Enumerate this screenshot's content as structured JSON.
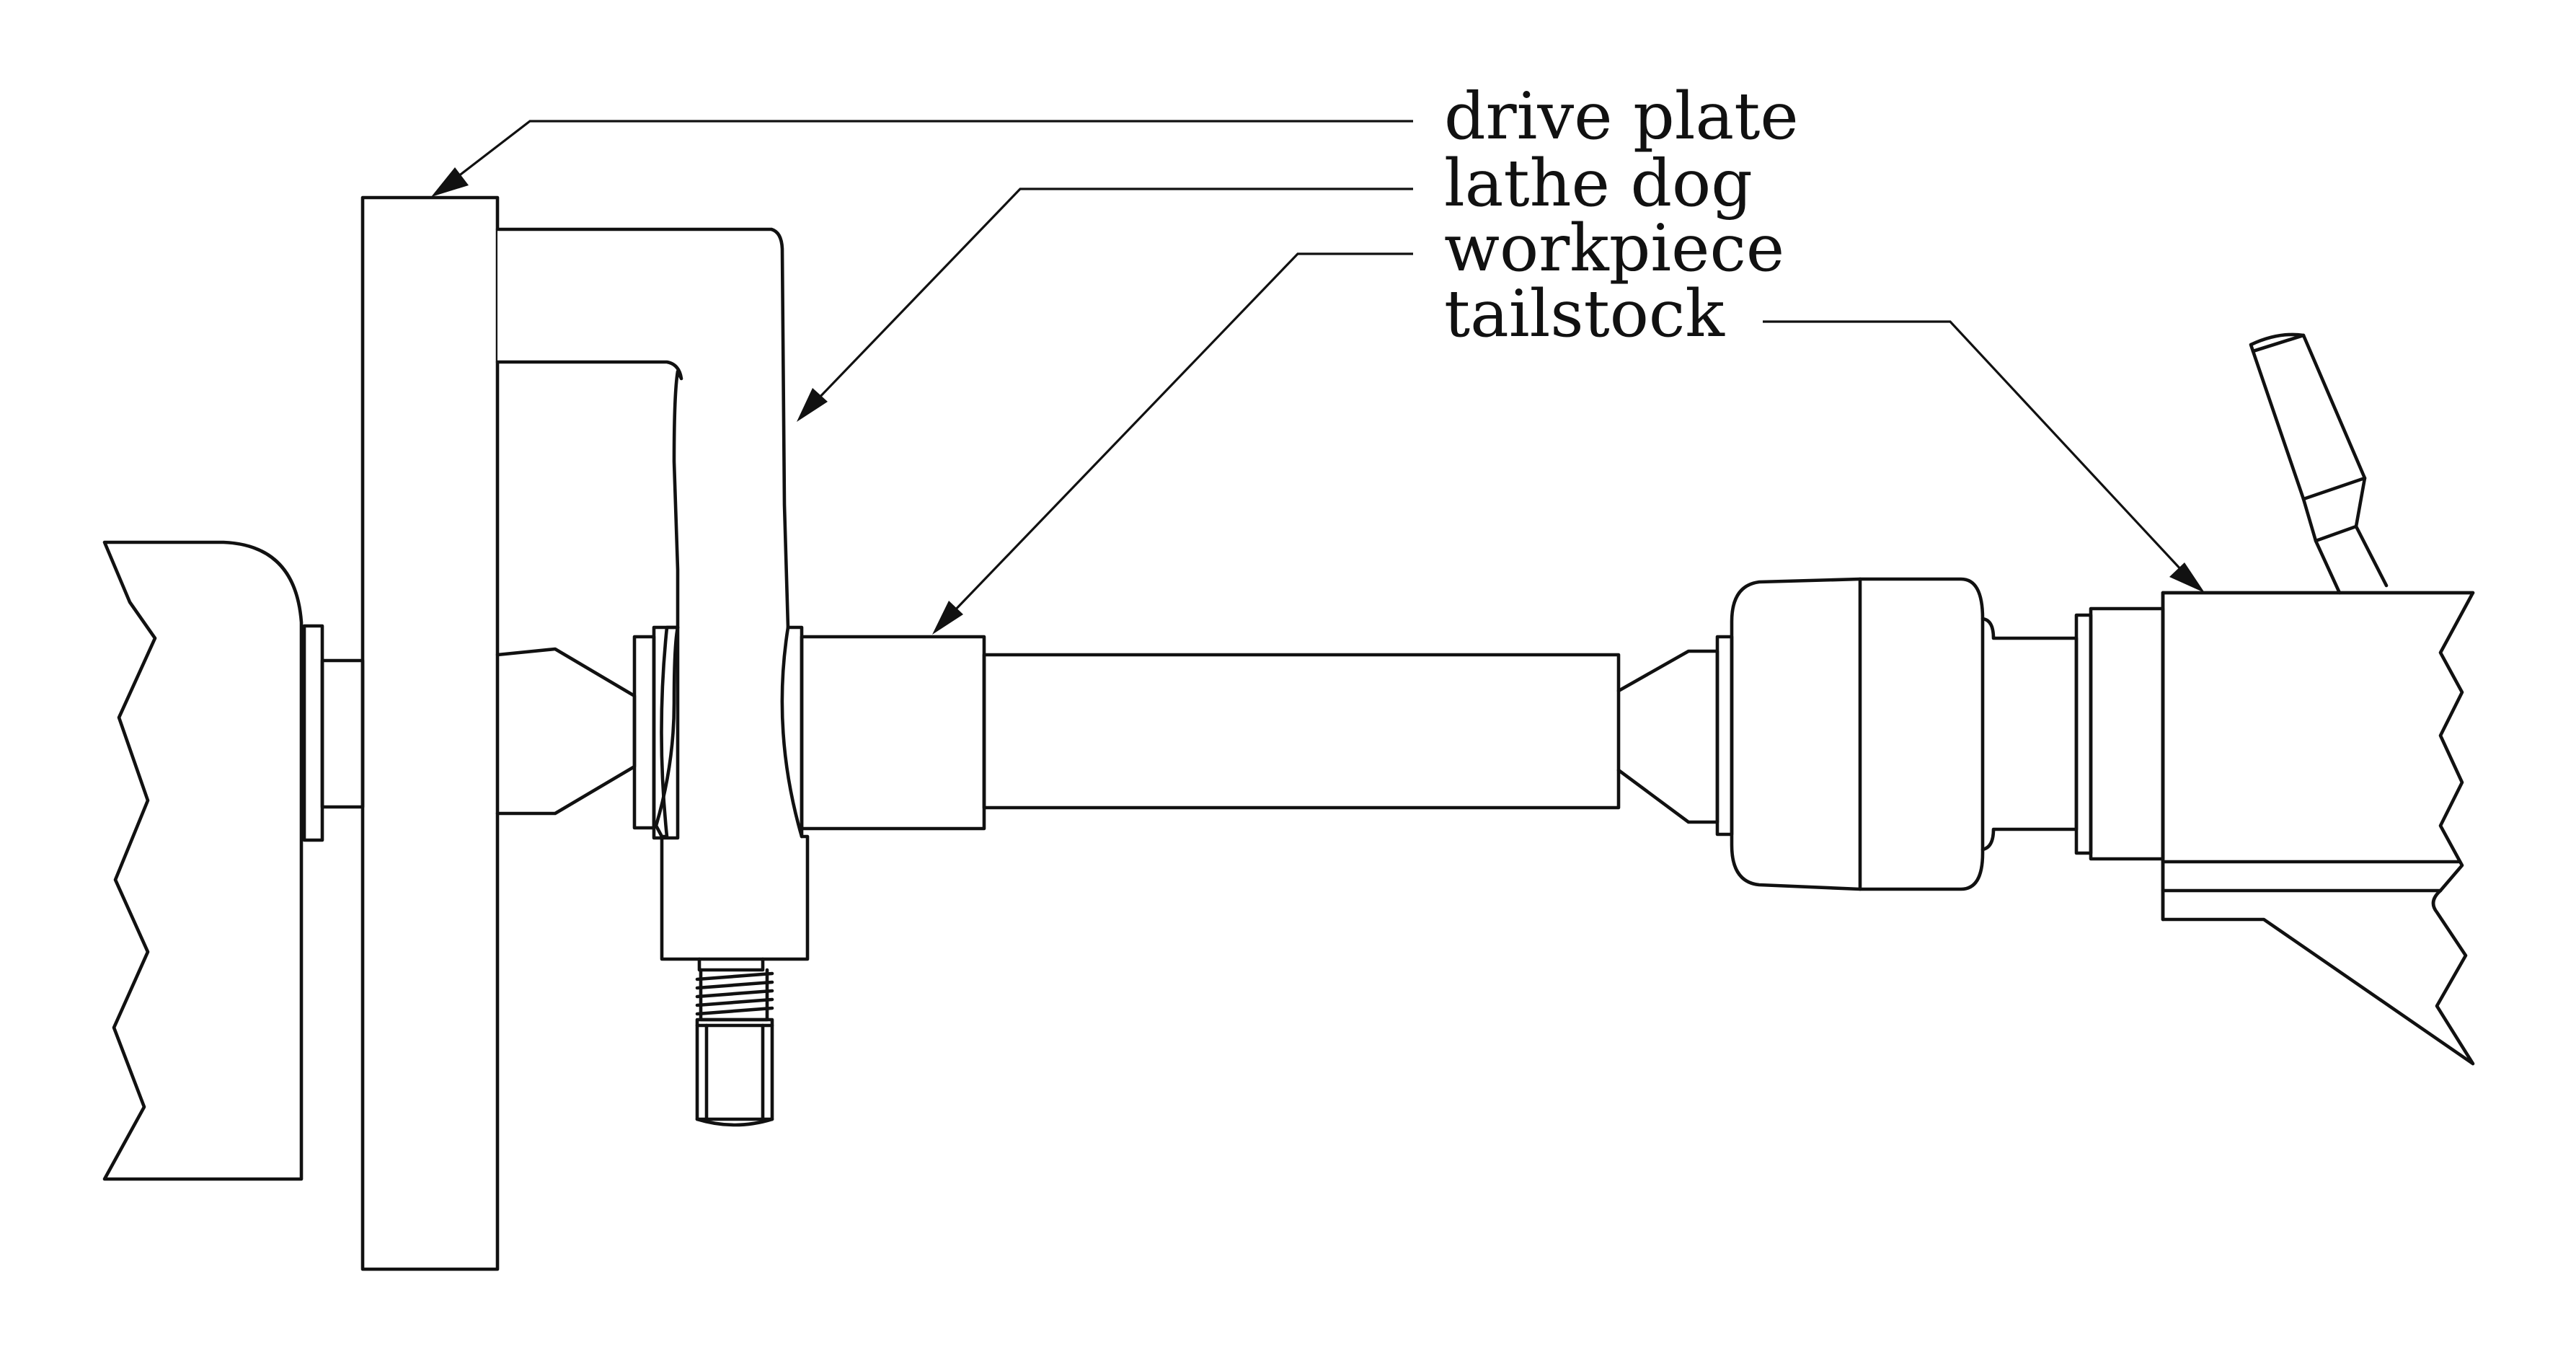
{
  "diagram": {
    "labels": {
      "drive_plate": "drive plate",
      "lathe_dog": "lathe dog",
      "workpiece": "workpiece",
      "tailstock": "tailstock"
    },
    "colors": {
      "line": "#111111",
      "background": "#ffffff"
    }
  }
}
